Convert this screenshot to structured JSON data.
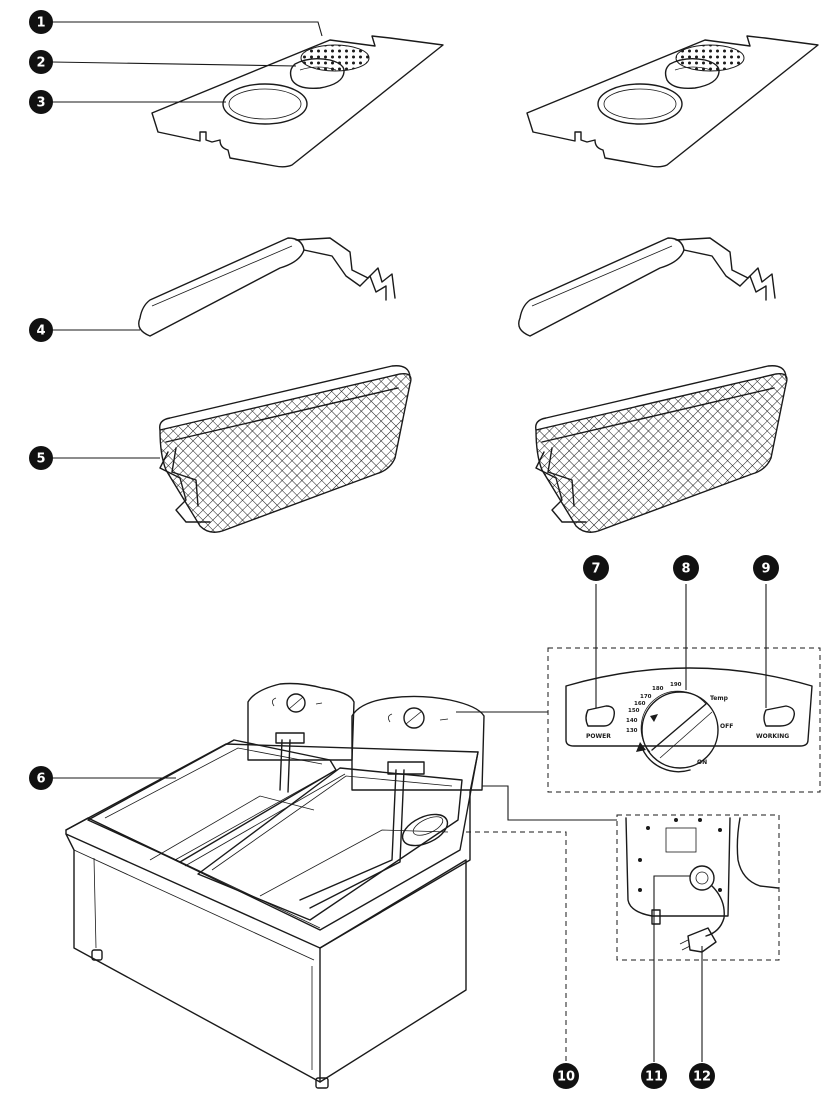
{
  "callouts": [
    "1",
    "2",
    "3",
    "4",
    "5",
    "6",
    "7",
    "8",
    "9",
    "10",
    "11",
    "12"
  ],
  "control_panel": {
    "power_label": "POWER",
    "working_label": "WORKING",
    "temp_label": "Temp",
    "off_label": "OFF",
    "on_label": "ON",
    "scale": [
      "130",
      "140",
      "150",
      "160",
      "170",
      "180",
      "190"
    ]
  }
}
